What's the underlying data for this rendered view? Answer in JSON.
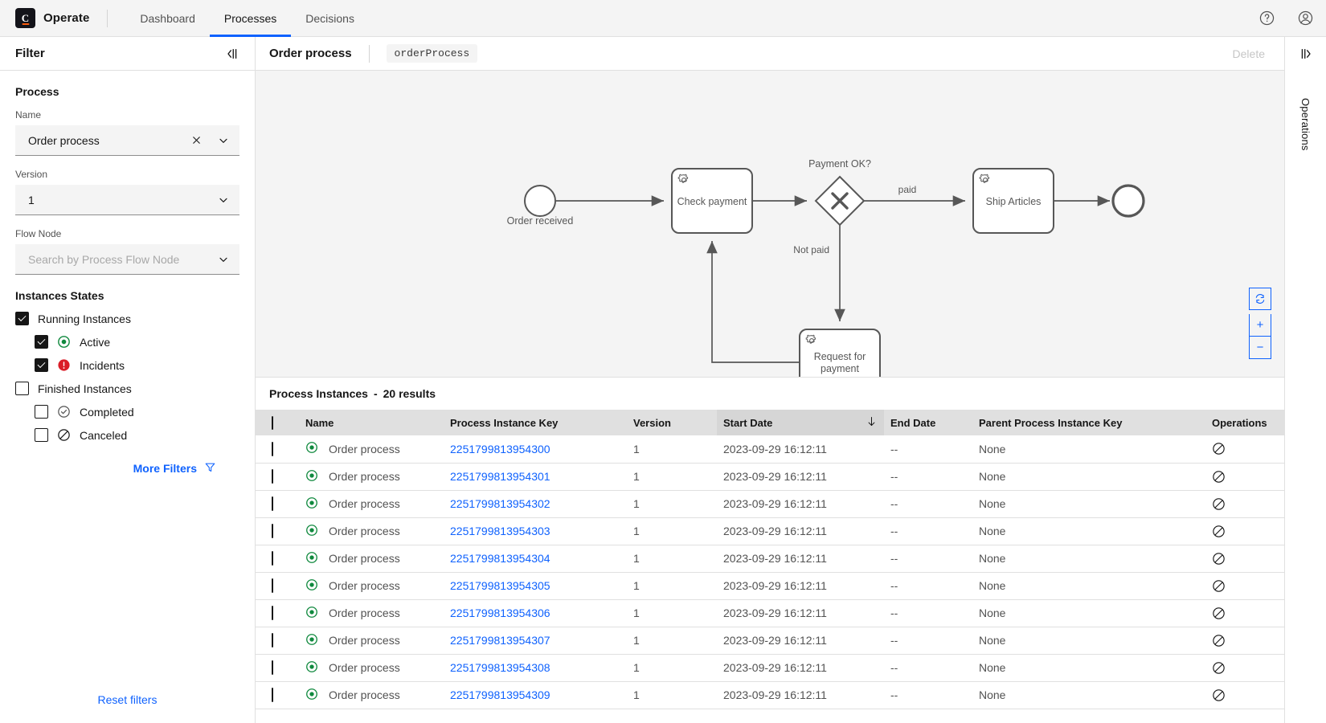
{
  "topnav": {
    "brand": "Operate",
    "logo_letter": "C",
    "links": [
      {
        "label": "Dashboard",
        "active": false
      },
      {
        "label": "Processes",
        "active": true
      },
      {
        "label": "Decisions",
        "active": false
      }
    ],
    "help_icon": "help-circle-icon",
    "user_icon": "user-avatar-icon",
    "accent_color": "#0f62fe",
    "logo_accent": "#fc5d0d"
  },
  "sidebar": {
    "title": "Filter",
    "collapse_icon": "panel-collapse-left-icon",
    "process_section": "Process",
    "name_label": "Name",
    "name_value": "Order process",
    "name_clear_icon": "clear-x-icon",
    "name_chevron_icon": "chevron-down-icon",
    "version_label": "Version",
    "version_value": "1",
    "version_chevron_icon": "chevron-down-icon",
    "flownode_label": "Flow Node",
    "flownode_placeholder": "Search by Process Flow Node",
    "flownode_chevron_icon": "chevron-down-icon",
    "states_title": "Instances States",
    "states": [
      {
        "label": "Running Instances",
        "checked": true,
        "indent": false,
        "icon": null
      },
      {
        "label": "Active",
        "checked": true,
        "indent": true,
        "icon": "active-circle-icon"
      },
      {
        "label": "Incidents",
        "checked": true,
        "indent": true,
        "icon": "incident-warning-icon"
      },
      {
        "label": "Finished Instances",
        "checked": false,
        "indent": false,
        "icon": null
      },
      {
        "label": "Completed",
        "checked": false,
        "indent": true,
        "icon": "completed-check-icon"
      },
      {
        "label": "Canceled",
        "checked": false,
        "indent": true,
        "icon": "canceled-slash-icon"
      }
    ],
    "more_filters": "More Filters",
    "more_filters_icon": "filter-funnel-icon",
    "reset_filters": "Reset filters",
    "active_color": "#10893e",
    "incident_color": "#da1e28"
  },
  "process_header": {
    "name": "Order process",
    "process_id": "orderProcess",
    "delete_label": "Delete"
  },
  "diagram": {
    "nodes": [
      {
        "id": "start",
        "type": "start-event",
        "label": "Order received"
      },
      {
        "id": "check",
        "type": "service-task",
        "label": "Check payment"
      },
      {
        "id": "gw",
        "type": "exclusive-gateway",
        "label": "Payment OK?"
      },
      {
        "id": "ship",
        "type": "service-task",
        "label": "Ship Articles"
      },
      {
        "id": "request",
        "type": "service-task",
        "label": "Request for payment"
      },
      {
        "id": "end",
        "type": "end-event",
        "label": ""
      }
    ],
    "flow_labels": [
      "paid",
      "Not paid"
    ],
    "zoom_reset_icon": "zoom-reset-icon",
    "zoom_in_label": "+",
    "zoom_out_label": "−"
  },
  "instances": {
    "caption": "Process Instances",
    "caption_dash": "-",
    "result_count": "20 results",
    "sort_icon": "sort-descending-arrow-icon",
    "sorted_column": "Start Date",
    "columns": [
      "Name",
      "Process Instance Key",
      "Version",
      "Start Date",
      "End Date",
      "Parent Process Instance Key",
      "Operations"
    ],
    "rows": [
      {
        "state": "active",
        "name": "Order process",
        "key": "2251799813954300",
        "version": "1",
        "start": "2023-09-29 16:12:11",
        "end": "--",
        "parent": "None",
        "op_icon": "cancel-operation-icon"
      },
      {
        "state": "active",
        "name": "Order process",
        "key": "2251799813954301",
        "version": "1",
        "start": "2023-09-29 16:12:11",
        "end": "--",
        "parent": "None",
        "op_icon": "cancel-operation-icon"
      },
      {
        "state": "active",
        "name": "Order process",
        "key": "2251799813954302",
        "version": "1",
        "start": "2023-09-29 16:12:11",
        "end": "--",
        "parent": "None",
        "op_icon": "cancel-operation-icon"
      },
      {
        "state": "active",
        "name": "Order process",
        "key": "2251799813954303",
        "version": "1",
        "start": "2023-09-29 16:12:11",
        "end": "--",
        "parent": "None",
        "op_icon": "cancel-operation-icon"
      },
      {
        "state": "active",
        "name": "Order process",
        "key": "2251799813954304",
        "version": "1",
        "start": "2023-09-29 16:12:11",
        "end": "--",
        "parent": "None",
        "op_icon": "cancel-operation-icon"
      },
      {
        "state": "active",
        "name": "Order process",
        "key": "2251799813954305",
        "version": "1",
        "start": "2023-09-29 16:12:11",
        "end": "--",
        "parent": "None",
        "op_icon": "cancel-operation-icon"
      },
      {
        "state": "active",
        "name": "Order process",
        "key": "2251799813954306",
        "version": "1",
        "start": "2023-09-29 16:12:11",
        "end": "--",
        "parent": "None",
        "op_icon": "cancel-operation-icon"
      },
      {
        "state": "active",
        "name": "Order process",
        "key": "2251799813954307",
        "version": "1",
        "start": "2023-09-29 16:12:11",
        "end": "--",
        "parent": "None",
        "op_icon": "cancel-operation-icon"
      },
      {
        "state": "active",
        "name": "Order process",
        "key": "2251799813954308",
        "version": "1",
        "start": "2023-09-29 16:12:11",
        "end": "--",
        "parent": "None",
        "op_icon": "cancel-operation-icon"
      },
      {
        "state": "active",
        "name": "Order process",
        "key": "2251799813954309",
        "version": "1",
        "start": "2023-09-29 16:12:11",
        "end": "--",
        "parent": "None",
        "op_icon": "cancel-operation-icon"
      }
    ]
  },
  "operations_panel": {
    "label": "Operations",
    "collapse_icon": "panel-collapse-right-icon"
  }
}
